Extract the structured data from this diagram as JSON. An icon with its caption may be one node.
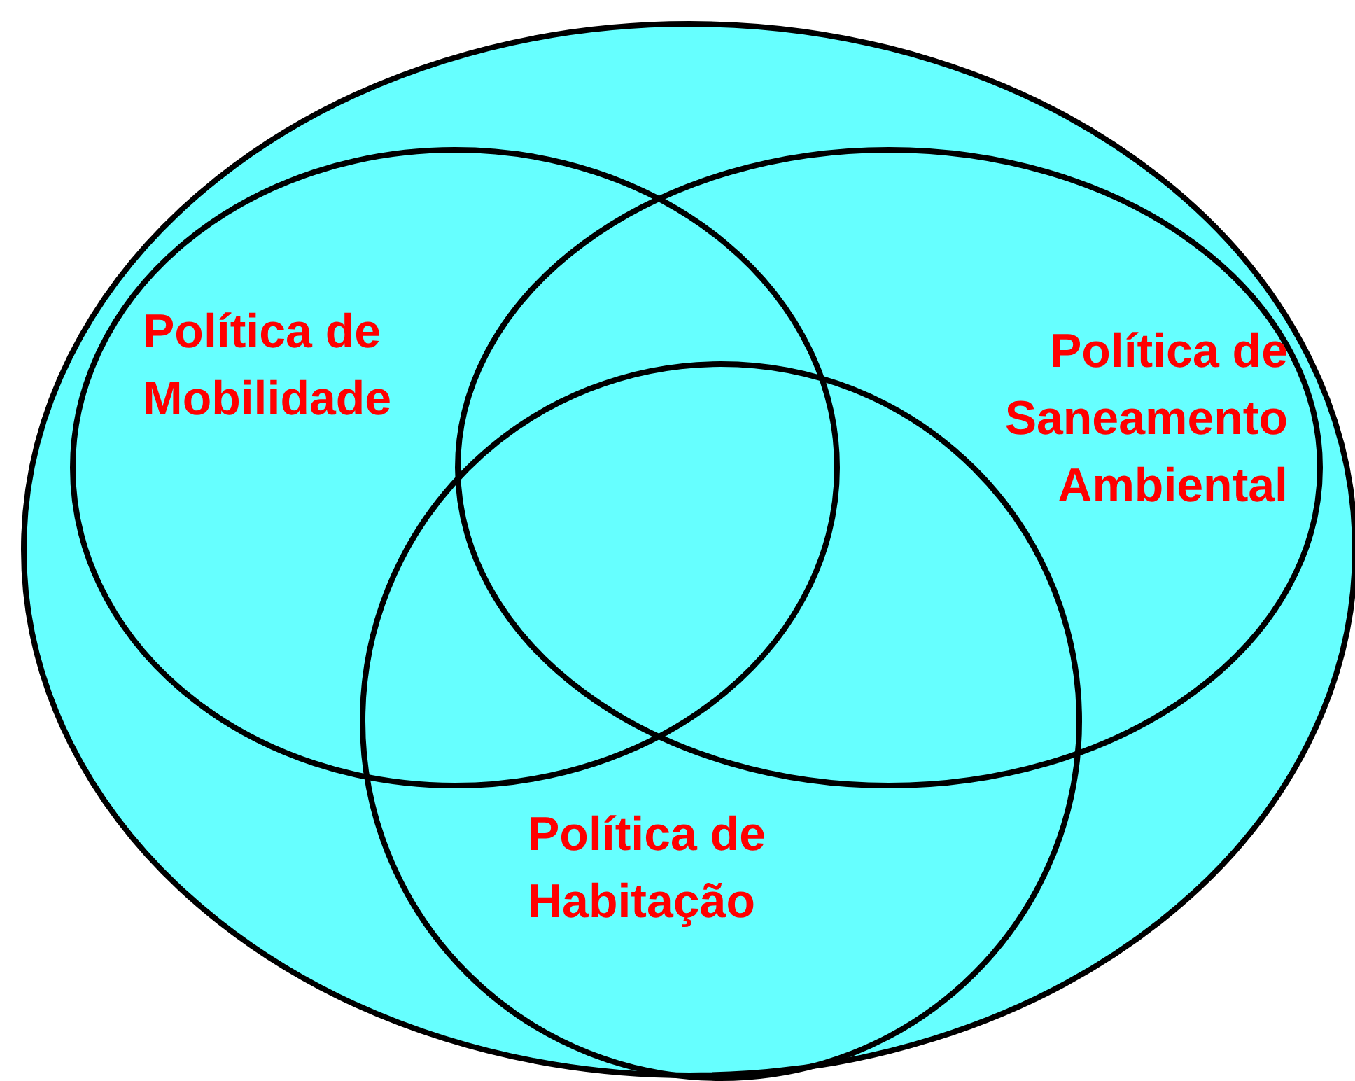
{
  "diagram": {
    "nodes": [
      {
        "text": [],
        "shape": "circle"
      },
      {
        "text": [
          "Política de Mobilidade"
        ],
        "in": 0
      },
      {
        "text": [
          "Política de Saneamento Ambiental"
        ],
        "in": 0
      },
      {
        "text": [
          "Política de Habitação"
        ],
        "in": 0
      }
    ]
  }
}
